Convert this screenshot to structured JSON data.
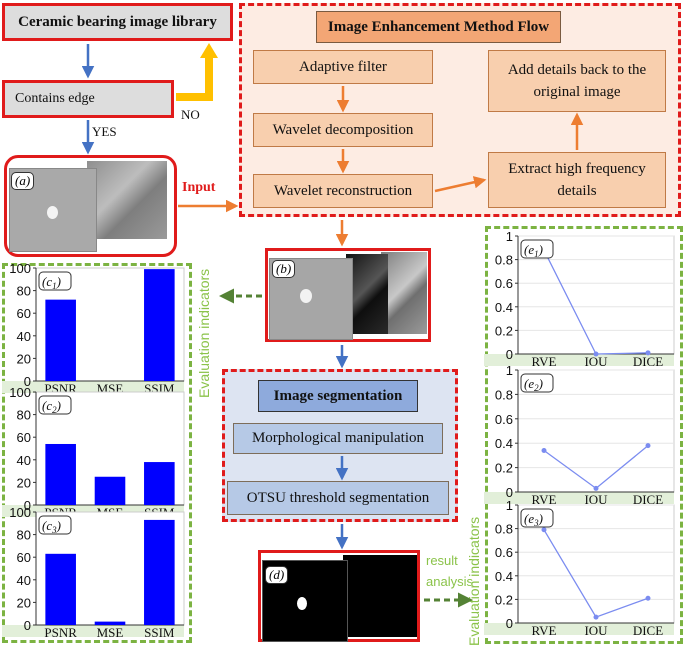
{
  "library": {
    "title": "Ceramic bearing image library"
  },
  "decision": {
    "label": "Contains edge",
    "yes": "YES",
    "no": "NO"
  },
  "input_label": "Input",
  "panels": {
    "a": "(a)",
    "b": "(b)",
    "d": "(d)"
  },
  "enhancement": {
    "title": "Image Enhancement Method Flow",
    "steps": [
      "Adaptive filter",
      "Wavelet decomposition",
      "Wavelet reconstruction",
      "Extract high frequency details",
      "Add details back to the original image"
    ]
  },
  "segmentation": {
    "title": "Image segmentation",
    "steps": [
      "Morphological manipulation",
      "OTSU threshold segmentation"
    ]
  },
  "result_label": [
    "result",
    "analysis"
  ],
  "evaluation_label": "Evaluation indicators",
  "colors": {
    "red": "#e01b1b",
    "orange": "#ed7d31",
    "bar": "#0000ff",
    "line": "#7b8cf0",
    "green": "#7cb342"
  },
  "chart_data": [
    {
      "type": "bar",
      "label": "(c1)",
      "categories": [
        "PSNR",
        "MSE",
        "SSIM"
      ],
      "values": [
        72,
        0,
        99
      ],
      "ylim": [
        0,
        100
      ],
      "yticks": [
        "0",
        "20",
        "40",
        "60",
        "80",
        "100"
      ]
    },
    {
      "type": "bar",
      "label": "(c2)",
      "categories": [
        "PSNR",
        "MSE",
        "SSIM"
      ],
      "values": [
        54,
        25,
        38
      ],
      "ylim": [
        0,
        100
      ],
      "yticks": [
        "0",
        "20",
        "40",
        "60",
        "80",
        "100"
      ]
    },
    {
      "type": "bar",
      "label": "(c3)",
      "categories": [
        "PSNR",
        "MSE",
        "SSIM"
      ],
      "values": [
        63,
        3,
        93
      ],
      "ylim": [
        0,
        100
      ],
      "yticks": [
        "0",
        "20",
        "40",
        "60",
        "80",
        "100"
      ]
    },
    {
      "type": "line",
      "label": "(e1)",
      "categories": [
        "RVE",
        "IOU",
        "DICE"
      ],
      "values": [
        0.88,
        0.0,
        0.01
      ],
      "ylim": [
        0,
        1
      ],
      "yticks": [
        "0",
        "0.2",
        "0.4",
        "0.6",
        "0.8",
        "1"
      ]
    },
    {
      "type": "line",
      "label": "(e2)",
      "categories": [
        "RVE",
        "IOU",
        "DICE"
      ],
      "values": [
        0.34,
        0.03,
        0.38
      ],
      "ylim": [
        0,
        1
      ],
      "yticks": [
        "0",
        "0.2",
        "0.4",
        "0.6",
        "0.8",
        "1"
      ]
    },
    {
      "type": "line",
      "label": "(e3)",
      "categories": [
        "RVE",
        "IOU",
        "DICE"
      ],
      "values": [
        0.79,
        0.05,
        0.21
      ],
      "ylim": [
        0,
        1
      ],
      "yticks": [
        "0",
        "0.2",
        "0.4",
        "0.6",
        "0.8",
        "1"
      ]
    }
  ]
}
